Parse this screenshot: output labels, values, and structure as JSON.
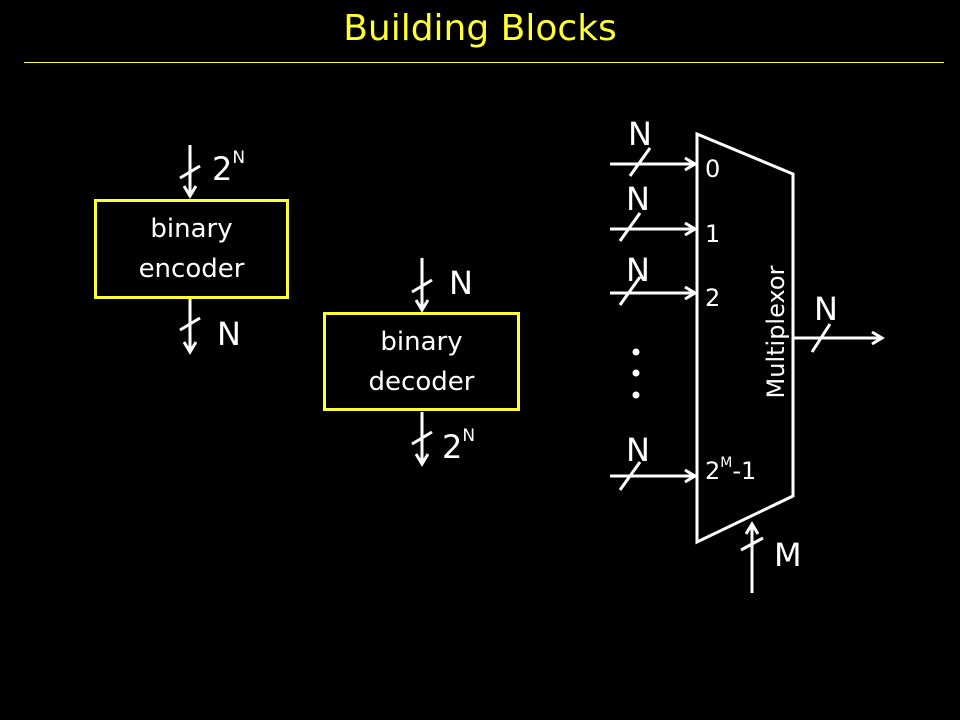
{
  "title": "Building Blocks",
  "encoder": {
    "line1": "binary",
    "line2": "encoder",
    "input_base": "2",
    "input_exp": "N",
    "output_label": "N"
  },
  "decoder": {
    "line1": "binary",
    "line2": "decoder",
    "input_label": "N",
    "output_base": "2",
    "output_exp": "N"
  },
  "mux": {
    "name": "Multiplexor",
    "bus_width": "N",
    "inputs": [
      {
        "port": "0",
        "width": "N"
      },
      {
        "port": "1",
        "width": "N"
      },
      {
        "port": "2",
        "width": "N"
      },
      {
        "port_base": "2",
        "port_exp": "M",
        "port_tail": "-1",
        "width": "N"
      }
    ],
    "ellipsis": "...",
    "output_width": "N",
    "select_width": "M"
  },
  "colors": {
    "accent": "#ffff33",
    "background": "#000000",
    "foreground": "#ffffff"
  }
}
